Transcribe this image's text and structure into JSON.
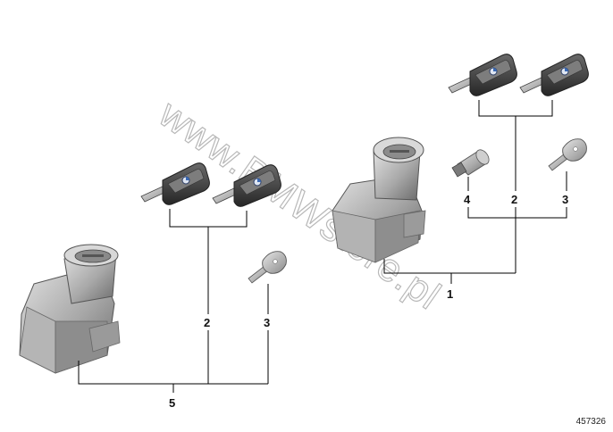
{
  "watermark": "www.BMWstore.pl",
  "diagram_id": "457326",
  "callouts": {
    "left_key": "2",
    "left_blade": "3",
    "left_group": "5",
    "right_key": "2",
    "right_blade": "3",
    "right_cylinder": "4",
    "right_group": "1"
  },
  "colors": {
    "line": "#000000",
    "part_light": "#c9c9c9",
    "part_mid": "#9a9a9a",
    "part_dark": "#5a5a5a",
    "key_body": "#3a3a3a"
  }
}
